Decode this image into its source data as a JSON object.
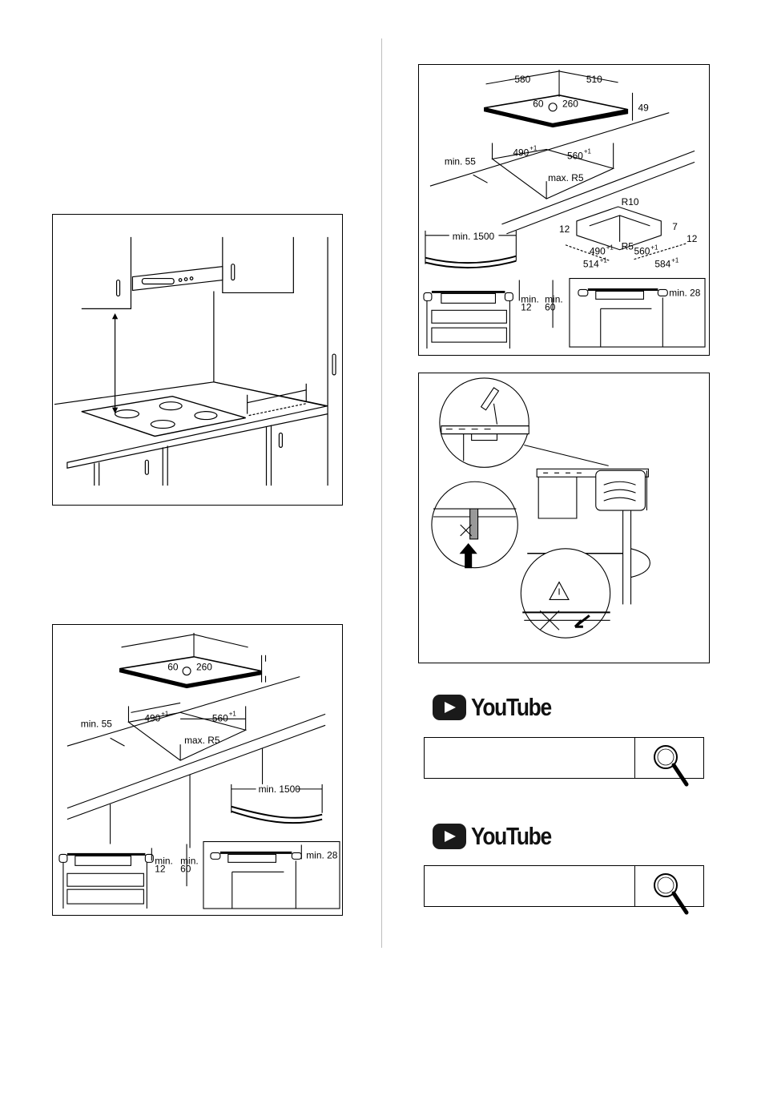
{
  "figure_cabinet": {},
  "figure_left_install": {
    "dim_60": "60",
    "dim_260": "260",
    "dim_490": "490",
    "dim_490_sup": "+1",
    "dim_560": "560",
    "dim_560_sup": "+1",
    "dim_min55": "min. 55",
    "dim_maxR5": "max. R5",
    "dim_min1500": "min. 1500",
    "dim_min_a": "min.",
    "dim_min_b": "min.",
    "dim_12": "12",
    "dim_60b": "60",
    "dim_min28": "min. 28"
  },
  "figure_right_install": {
    "dim_580": "580",
    "dim_510": "510",
    "dim_60": "60",
    "dim_260": "260",
    "dim_49": "49",
    "dim_490": "490",
    "dim_490_sup": "+1",
    "dim_560": "560",
    "dim_560_sup": "+1",
    "dim_min55": "min. 55",
    "dim_maxR5": "max. R5",
    "dim_min1500": "min. 1500",
    "dim_R10": "R10",
    "dim_7": "7",
    "dim_12a": "12",
    "dim_12b": "12",
    "dim_R5": "R5",
    "dim_490b": "490",
    "dim_490b_sup": "+1",
    "dim_560b": "560",
    "dim_560b_sup": "+1",
    "dim_514": "514",
    "dim_514_sup": "+1",
    "dim_584": "584",
    "dim_584_sup": "+1",
    "dim_min_a": "min.",
    "dim_min_b": "min.",
    "dim_12c": "12",
    "dim_60b": "60",
    "dim_min28": "min. 28"
  },
  "figure_seal": {},
  "youtube_1": {
    "logo_text": "YouTube"
  },
  "youtube_2": {
    "logo_text": "YouTube"
  },
  "icons": {
    "play": "play-icon",
    "search": "magnifier-icon",
    "warning": "warning-triangle-icon"
  }
}
